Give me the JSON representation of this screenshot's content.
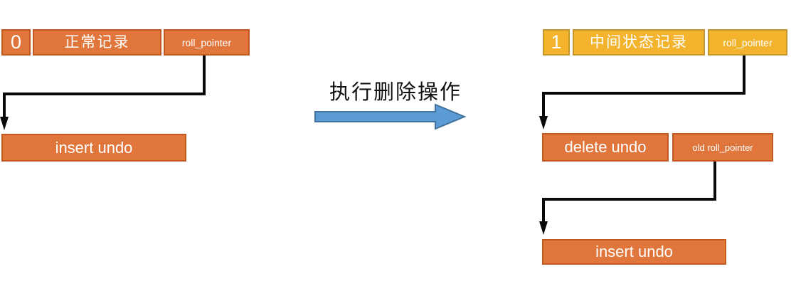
{
  "colors": {
    "orange_fill": "#E0763B",
    "orange_border": "#C25A20",
    "yellow_fill": "#F3B32D",
    "yellow_border": "#C6972F",
    "arrow_blue_fill": "#5B9BD5",
    "arrow_blue_border": "#41719C",
    "connector_black": "#0A0A0A",
    "text_white": "#FFFFFF"
  },
  "left_diagram": {
    "record_row": {
      "delete_flag": "0",
      "record_label": "正常记录",
      "roll_pointer_label": "roll_pointer"
    },
    "insert_undo_label": "insert undo"
  },
  "transition": {
    "label": "执行删除操作"
  },
  "right_diagram": {
    "record_row": {
      "delete_flag": "1",
      "record_label": "中间状态记录",
      "roll_pointer_label": "roll_pointer"
    },
    "delete_undo_row": {
      "delete_undo_label": "delete undo",
      "old_roll_pointer_label": "old roll_pointer"
    },
    "insert_undo_label": "insert undo"
  }
}
